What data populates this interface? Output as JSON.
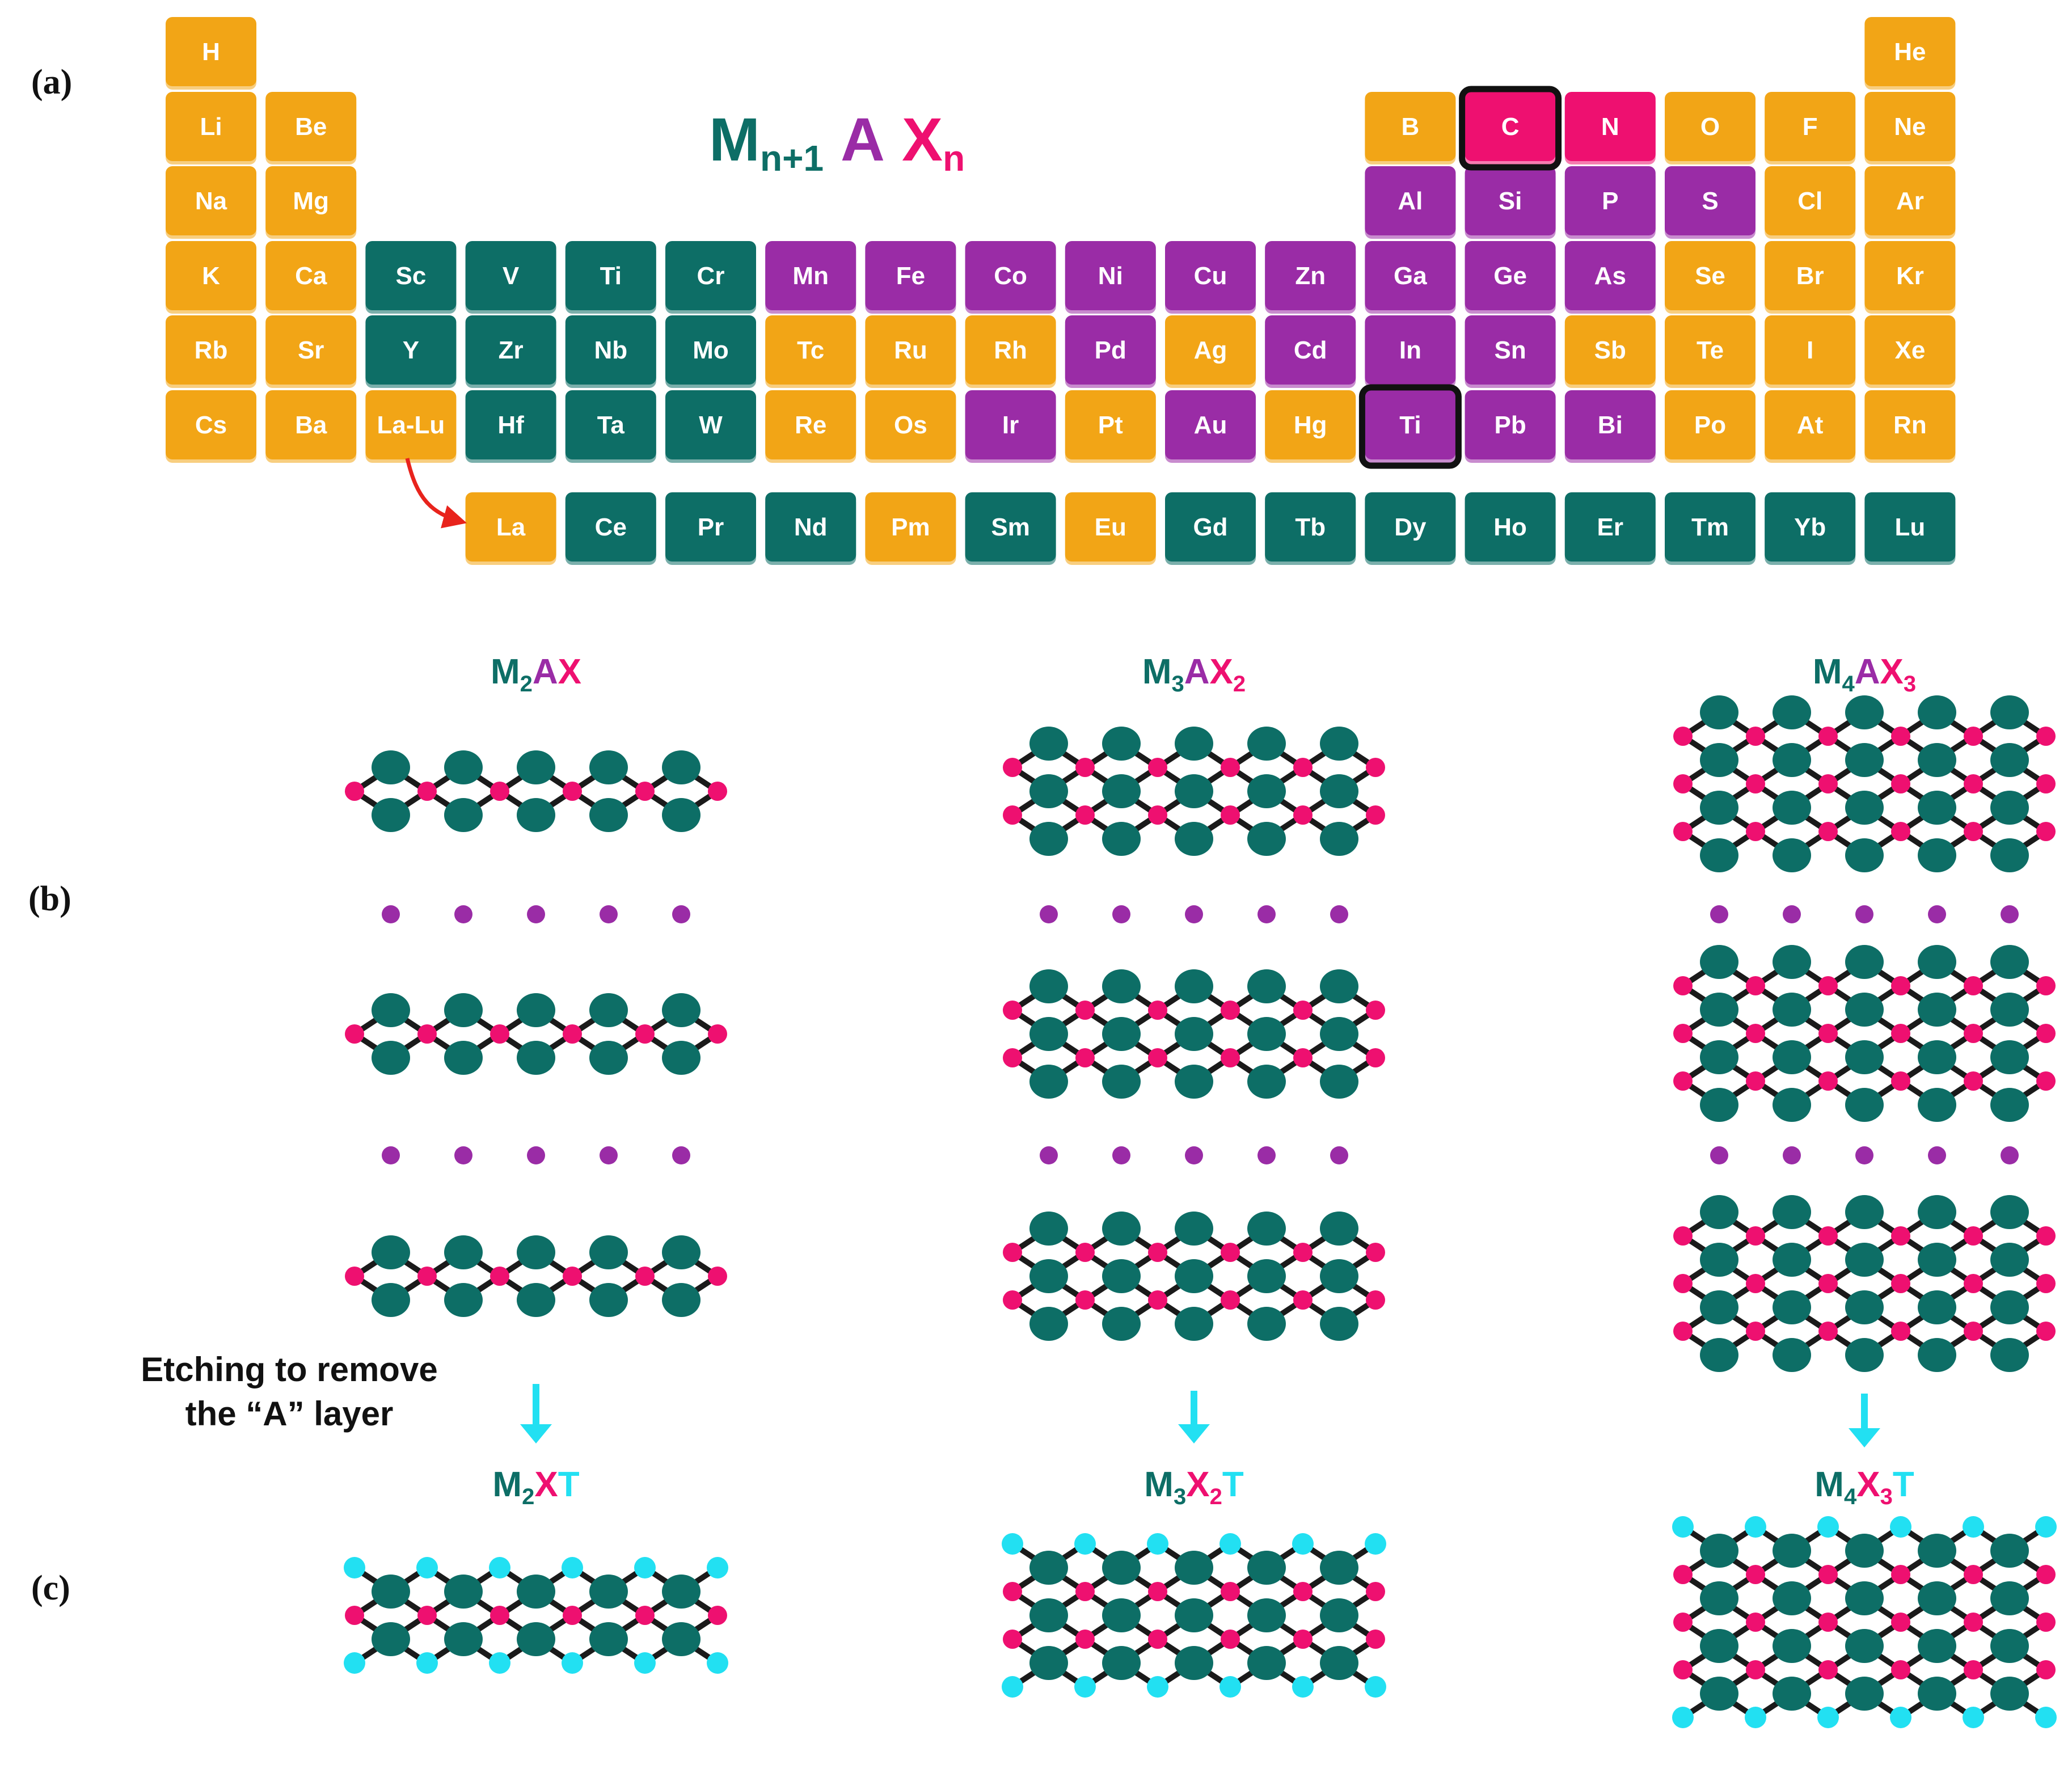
{
  "panel_labels": [
    "(a)",
    "(b)",
    "(c)"
  ],
  "colors": {
    "orange": "#F2A516",
    "teal": "#0D6E66",
    "purple": "#9A2CA6",
    "pink": "#EE1070",
    "cyan": "#22E0F2",
    "bond": "#1A1A1A",
    "highlight_border": "#111111"
  },
  "formula_main": {
    "m": "M",
    "m_sub": "n+1",
    "a": "A",
    "x": "X",
    "x_sub": "n"
  },
  "periodic_table": {
    "rows": [
      [
        [
          "H",
          "o"
        ],
        null,
        null,
        null,
        null,
        null,
        null,
        null,
        null,
        null,
        null,
        null,
        null,
        null,
        null,
        null,
        null,
        [
          "He",
          "o"
        ]
      ],
      [
        [
          "Li",
          "o"
        ],
        [
          "Be",
          "o"
        ],
        null,
        null,
        null,
        null,
        null,
        null,
        null,
        null,
        null,
        null,
        [
          "B",
          "o"
        ],
        [
          "C",
          "k"
        ],
        [
          "N",
          "k"
        ],
        [
          "O",
          "o"
        ],
        [
          "F",
          "o"
        ],
        [
          "Ne",
          "o"
        ]
      ],
      [
        [
          "Na",
          "o"
        ],
        [
          "Mg",
          "o"
        ],
        null,
        null,
        null,
        null,
        null,
        null,
        null,
        null,
        null,
        null,
        [
          "Al",
          "p"
        ],
        [
          "Si",
          "p"
        ],
        [
          "P",
          "p"
        ],
        [
          "S",
          "p"
        ],
        [
          "Cl",
          "o"
        ],
        [
          "Ar",
          "o"
        ]
      ],
      [
        [
          "K",
          "o"
        ],
        [
          "Ca",
          "o"
        ],
        [
          "Sc",
          "t"
        ],
        [
          "V",
          "t"
        ],
        [
          "Ti",
          "t"
        ],
        [
          "Cr",
          "t"
        ],
        [
          "Mn",
          "p"
        ],
        [
          "Fe",
          "p"
        ],
        [
          "Co",
          "p"
        ],
        [
          "Ni",
          "p"
        ],
        [
          "Cu",
          "p"
        ],
        [
          "Zn",
          "p"
        ],
        [
          "Ga",
          "p"
        ],
        [
          "Ge",
          "p"
        ],
        [
          "As",
          "p"
        ],
        [
          "Se",
          "o"
        ],
        [
          "Br",
          "o"
        ],
        [
          "Kr",
          "o"
        ]
      ],
      [
        [
          "Rb",
          "o"
        ],
        [
          "Sr",
          "o"
        ],
        [
          "Y",
          "t"
        ],
        [
          "Zr",
          "t"
        ],
        [
          "Nb",
          "t"
        ],
        [
          "Mo",
          "t"
        ],
        [
          "Tc",
          "o"
        ],
        [
          "Ru",
          "o"
        ],
        [
          "Rh",
          "o"
        ],
        [
          "Pd",
          "p"
        ],
        [
          "Ag",
          "o"
        ],
        [
          "Cd",
          "p"
        ],
        [
          "In",
          "p"
        ],
        [
          "Sn",
          "p"
        ],
        [
          "Sb",
          "o"
        ],
        [
          "Te",
          "o"
        ],
        [
          "I",
          "o"
        ],
        [
          "Xe",
          "o"
        ]
      ],
      [
        [
          "Cs",
          "o"
        ],
        [
          "Ba",
          "o"
        ],
        [
          "La-Lu",
          "o"
        ],
        [
          "Hf",
          "t"
        ],
        [
          "Ta",
          "t"
        ],
        [
          "W",
          "t"
        ],
        [
          "Re",
          "o"
        ],
        [
          "Os",
          "o"
        ],
        [
          "Ir",
          "p"
        ],
        [
          "Pt",
          "o"
        ],
        [
          "Au",
          "p"
        ],
        [
          "Hg",
          "o"
        ],
        [
          "Ti",
          "p"
        ],
        [
          "Pb",
          "p"
        ],
        [
          "Bi",
          "p"
        ],
        [
          "Po",
          "o"
        ],
        [
          "At",
          "o"
        ],
        [
          "Rn",
          "o"
        ]
      ]
    ],
    "lanthanides": [
      [
        "La",
        "o"
      ],
      [
        "Ce",
        "t"
      ],
      [
        "Pr",
        "t"
      ],
      [
        "Nd",
        "t"
      ],
      [
        "Pm",
        "o"
      ],
      [
        "Sm",
        "t"
      ],
      [
        "Eu",
        "o"
      ],
      [
        "Gd",
        "t"
      ],
      [
        "Tb",
        "t"
      ],
      [
        "Dy",
        "t"
      ],
      [
        "Ho",
        "t"
      ],
      [
        "Er",
        "t"
      ],
      [
        "Tm",
        "t"
      ],
      [
        "Yb",
        "t"
      ],
      [
        "Lu",
        "t"
      ]
    ],
    "highlighted": [
      "C",
      "Ti"
    ]
  },
  "max_phases": [
    {
      "formula": [
        {
          "t": "M",
          "c": "t"
        },
        {
          "t": "2",
          "c": "t",
          "sub": true
        },
        {
          "t": "A",
          "c": "p"
        },
        {
          "t": "X",
          "c": "k"
        }
      ]
    },
    {
      "formula": [
        {
          "t": "M",
          "c": "t"
        },
        {
          "t": "3",
          "c": "t",
          "sub": true
        },
        {
          "t": "A",
          "c": "p"
        },
        {
          "t": "X",
          "c": "k"
        },
        {
          "t": "2",
          "c": "k",
          "sub": true
        }
      ]
    },
    {
      "formula": [
        {
          "t": "M",
          "c": "t"
        },
        {
          "t": "4",
          "c": "t",
          "sub": true
        },
        {
          "t": "A",
          "c": "p"
        },
        {
          "t": "X",
          "c": "k"
        },
        {
          "t": "3",
          "c": "k",
          "sub": true
        }
      ]
    }
  ],
  "mxenes": [
    {
      "formula": [
        {
          "t": "M",
          "c": "t"
        },
        {
          "t": "2",
          "c": "t",
          "sub": true
        },
        {
          "t": "X",
          "c": "k"
        },
        {
          "t": "T",
          "c": "c"
        }
      ]
    },
    {
      "formula": [
        {
          "t": "M",
          "c": "t"
        },
        {
          "t": "3",
          "c": "t",
          "sub": true
        },
        {
          "t": "X",
          "c": "k"
        },
        {
          "t": "2",
          "c": "k",
          "sub": true
        },
        {
          "t": "T",
          "c": "c"
        }
      ]
    },
    {
      "formula": [
        {
          "t": "M",
          "c": "t"
        },
        {
          "t": "4",
          "c": "t",
          "sub": true
        },
        {
          "t": "X",
          "c": "k"
        },
        {
          "t": "3",
          "c": "k",
          "sub": true
        },
        {
          "t": "T",
          "c": "c"
        }
      ]
    }
  ],
  "etching_caption": [
    "Etching to remove",
    "the “A” layer"
  ]
}
